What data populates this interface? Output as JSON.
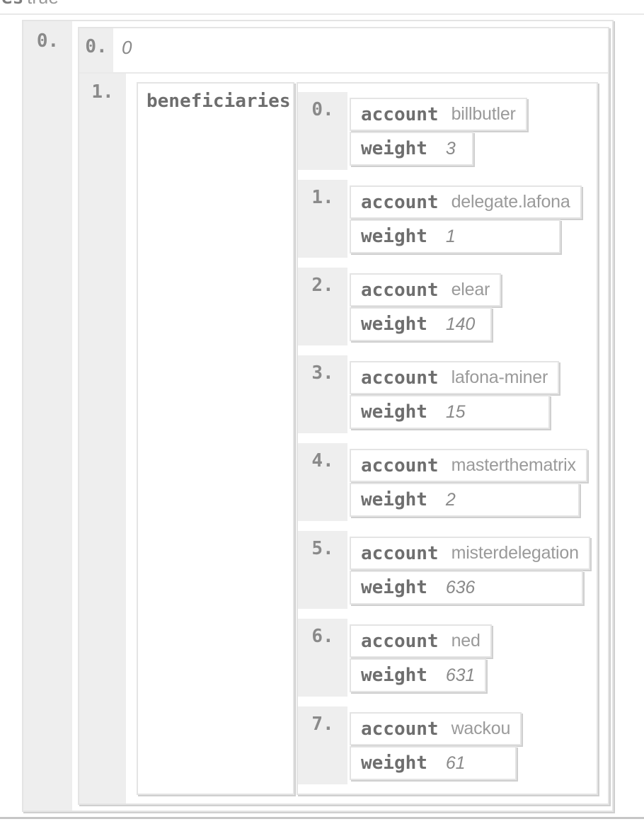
{
  "top_fragment": {
    "key_tail": "es",
    "value": "true"
  },
  "outer": {
    "index": "0."
  },
  "rows": [
    {
      "index": "0.",
      "value": "0"
    },
    {
      "index": "1.",
      "key": "beneficiaries"
    }
  ],
  "field_labels": {
    "account": "account",
    "weight": "weight"
  },
  "beneficiaries": [
    {
      "index": "0.",
      "account": "billbutler",
      "weight": "3"
    },
    {
      "index": "1.",
      "account": "delegate.lafona",
      "weight": "1"
    },
    {
      "index": "2.",
      "account": "elear",
      "weight": "140"
    },
    {
      "index": "3.",
      "account": "lafona-miner",
      "weight": "15"
    },
    {
      "index": "4.",
      "account": "masterthematrix",
      "weight": "2"
    },
    {
      "index": "5.",
      "account": "misterdelegation",
      "weight": "636"
    },
    {
      "index": "6.",
      "account": "ned",
      "weight": "631"
    },
    {
      "index": "7.",
      "account": "wackou",
      "weight": "61"
    }
  ],
  "colors": {
    "cell_bg": "#eeeeee",
    "border": "#e4e4e4",
    "shadow": "#cfcfcf",
    "key_text": "#6e6e6e",
    "index_text": "#8a8a8a",
    "value_text": "#9a9a9a"
  }
}
